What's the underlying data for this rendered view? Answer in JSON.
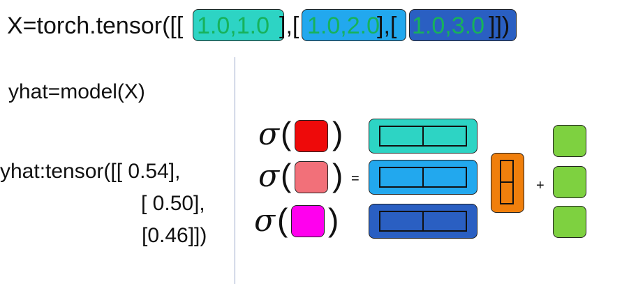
{
  "code": {
    "x_prefix": "X=torch.tensor([[",
    "x_row1": "1.0,1.0",
    "x_sep1": "],[",
    "x_row2": "1.0,2.0",
    "x_sep2": "],[",
    "x_row3": "1.0,3.0",
    "x_suffix": "]])",
    "yhat_call": "yhat=model(X)",
    "yhat_out_line1": "yhat:tensor([[  0.54],",
    "yhat_out_line2": "[  0.50],",
    "yhat_out_line3": "[0.46]])"
  },
  "diagram": {
    "sigma_symbol": "σ",
    "open_paren": "(",
    "close_paren": ")",
    "equals": "=",
    "plus": "+"
  },
  "colors": {
    "row1": "#2dd4c4",
    "row2": "#22a8ee",
    "row3": "#2a5fc2",
    "row_text": "#17b25b",
    "out1": "#ee0a0a",
    "out2": "#f27079",
    "out3": "#ff00ee",
    "weights": "#f07f0c",
    "bias": "#7ed140"
  }
}
